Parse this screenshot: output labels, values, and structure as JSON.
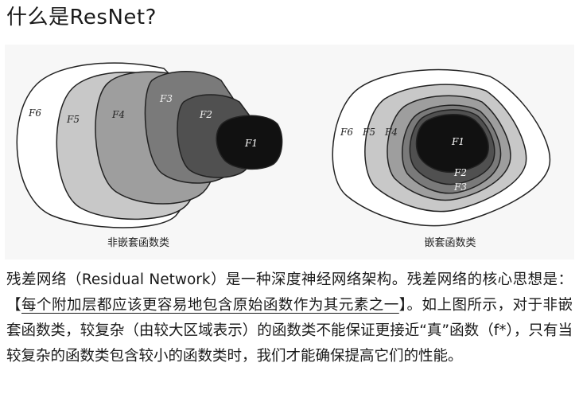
{
  "page_title": "什么是ResNet?",
  "figure": {
    "left_labels": [
      "F6",
      "F5",
      "F4",
      "F3",
      "F2",
      "F1"
    ],
    "right_labels": [
      "F6",
      "F5",
      "F4",
      "F1",
      "F2",
      "F3"
    ],
    "left_caption": "非嵌套函数类",
    "right_caption": "嵌套函数类"
  },
  "paragraph": {
    "part1": "残差网络（Residual Network）是一种深度神经网络架构。残差网络的核心思想是：",
    "bracket_open": "【",
    "highlight": "每个附加层都应该更容易地包含原始函数作为其元素之一",
    "bracket_close": "】",
    "part2": "。如上图所示，对于非嵌套函数类，较复杂（由较大区域表示）的函数类不能保证更接近“真”函数（f*），只有当较复杂的函数类包含较小的函数类时，我们才能确保提高它们的性能。"
  }
}
